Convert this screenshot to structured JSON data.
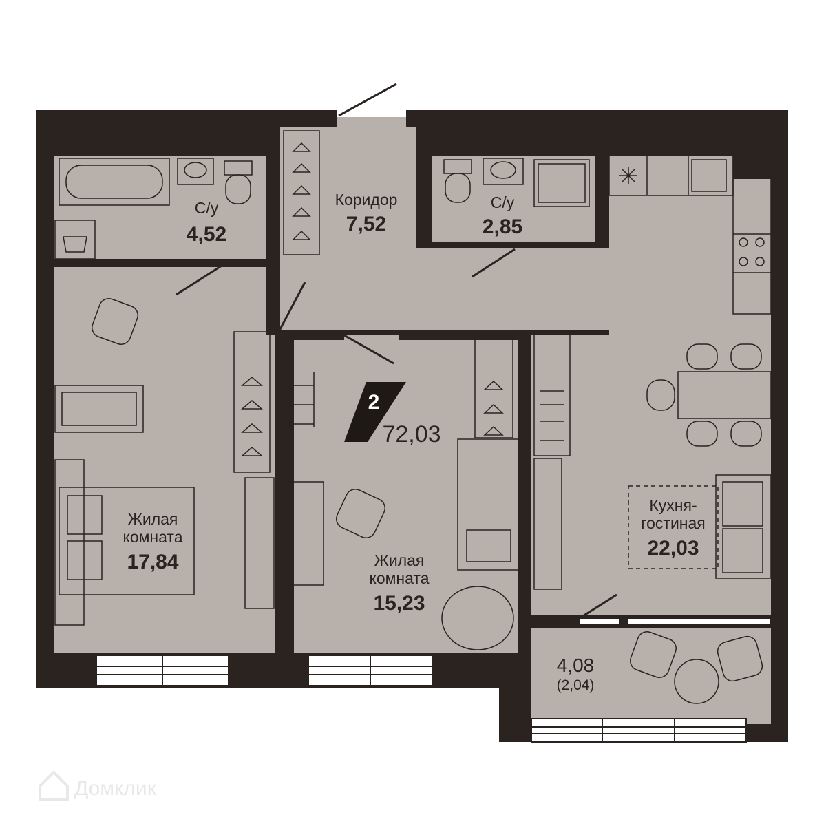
{
  "apartment": {
    "rooms_count": "2",
    "total_area": "72,03"
  },
  "rooms": {
    "bathroom_left": {
      "name": "С/у",
      "area": "4,52"
    },
    "corridor": {
      "name": "Коридор",
      "area": "7,52"
    },
    "bathroom_right": {
      "name": "С/у",
      "area": "2,85"
    },
    "bedroom_left": {
      "name_line1": "Жилая",
      "name_line2": "комната",
      "area": "17,84"
    },
    "bedroom_middle": {
      "name_line1": "Жилая",
      "name_line2": "комната",
      "area": "15,23"
    },
    "kitchen_living": {
      "name_line1": "Кухня-",
      "name_line2": "гостиная",
      "area": "22,03"
    },
    "balcony": {
      "area": "4,08",
      "area_reduced": "(2,04)"
    }
  },
  "watermark": {
    "text": "Домклик",
    "icon": "house-icon"
  },
  "colors": {
    "wall": "#2b231f",
    "floor": "#b8b0ab",
    "furniture_stroke": "#2b231f",
    "window": "#ffffff",
    "watermark": "#e8e8e8"
  }
}
